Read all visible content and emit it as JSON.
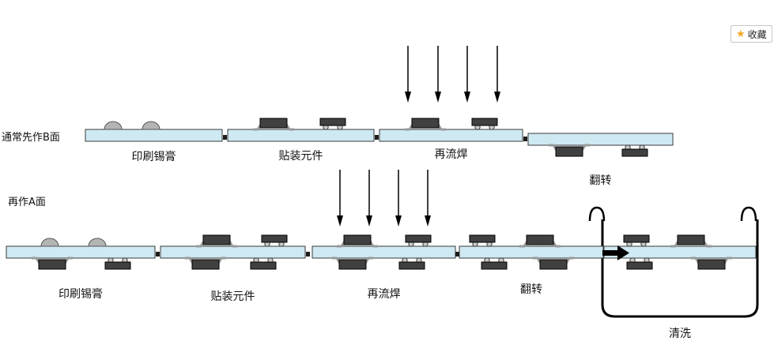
{
  "favorite": {
    "star": "★",
    "label": "收藏"
  },
  "row_b": {
    "label": "通常先作B面",
    "steps": [
      "印刷锡膏",
      "贴装元件",
      "再流焊",
      "翻转"
    ]
  },
  "row_a": {
    "label": "再作A面",
    "steps": [
      "印刷锡膏",
      "贴装元件",
      "再流焊",
      "翻转",
      "清洗"
    ]
  },
  "colors": {
    "board": "#cfe9f2",
    "component_body": "#404040",
    "lead": "#9a9a9a",
    "solder_paste": "#b4b4b4",
    "star": "#f5a623"
  }
}
